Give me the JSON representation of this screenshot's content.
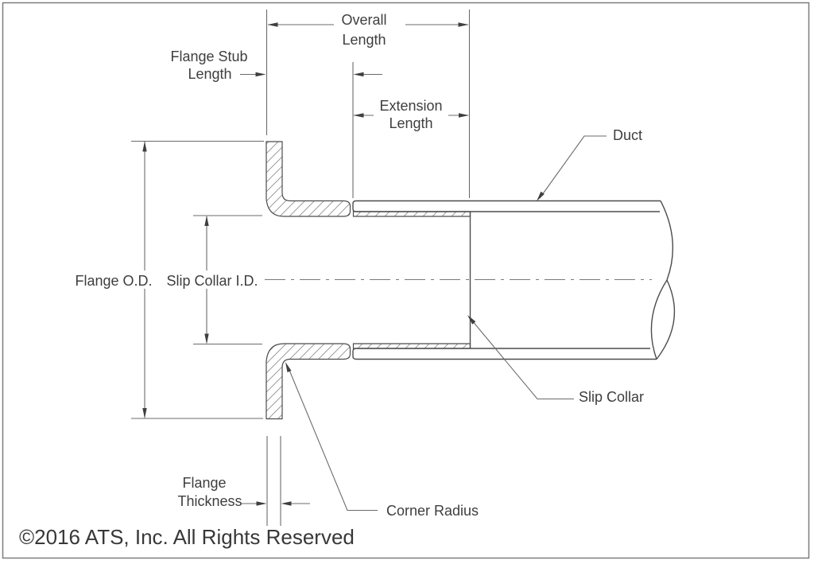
{
  "diagram": {
    "type": "technical cross-section drawing of duct slip collar with flange",
    "labels": {
      "overall_length_line1": "Overall",
      "overall_length_line2": "Length",
      "flange_stub_length_line1": "Flange Stub",
      "flange_stub_length_line2": "Length",
      "extension_length_line1": "Extension",
      "extension_length_line2": "Length",
      "flange_od": "Flange O.D.",
      "slip_collar_id": "Slip Collar I.D.",
      "duct": "Duct",
      "slip_collar": "Slip Collar",
      "corner_radius": "Corner Radius",
      "flange_thickness_line1": "Flange",
      "flange_thickness_line2": "Thickness"
    },
    "colors": {
      "background": "#ffffff",
      "border": "#7d7d7d",
      "part_outline": "#4c4c4c",
      "dimension_lines": "#6b6b6b",
      "hatch": "#8f8f8f",
      "text": "#3e3e3e"
    }
  },
  "footer": {
    "copyright": "©2016 ATS, Inc. All Rights Reserved"
  }
}
